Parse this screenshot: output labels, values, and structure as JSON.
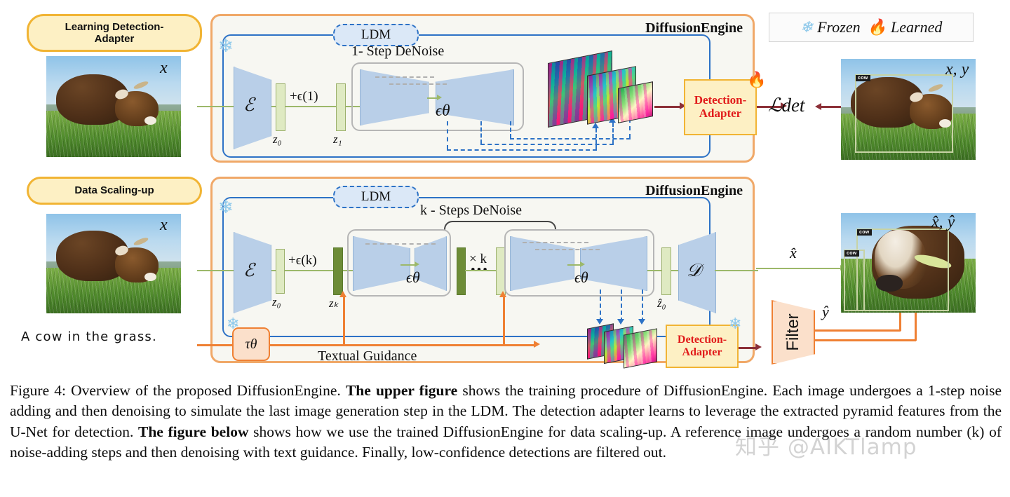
{
  "figure": {
    "panels": [
      {
        "pill_label": "Learning Detection-\nAdapter",
        "engine_title": "DiffusionEngine",
        "ldm_label": "LDM",
        "denoise_title": "1- Step DeNoise"
      },
      {
        "pill_label": "Data Scaling-up",
        "engine_title": "DiffusionEngine",
        "ldm_label": "LDM",
        "denoise_title": "k - Steps DeNoise"
      }
    ],
    "legend": {
      "frozen_label": "Frozen",
      "learned_label": "Learned",
      "frozen_icon": "snowflake-icon",
      "learned_icon": "flame-icon"
    },
    "upper": {
      "input_var": "x",
      "encoder_sym": "ℰ",
      "z0_label": "z₀",
      "noise_label": "+ϵ(1)",
      "z1_label": "z₁",
      "unet_sym": "ϵθ",
      "adapter_label": "Detection-\nAdapter",
      "loss_label": "ℒdet",
      "output_var": "x, y",
      "bbox_tag": "cow"
    },
    "lower": {
      "input_var": "x",
      "prompt": "A cow in the grass.",
      "encoder_sym": "ℰ",
      "z0_label": "z₀",
      "noise_label": "+ϵ(k)",
      "zk_label": "zₖ",
      "repeat_label": "× k",
      "ellipsis": "•••",
      "unet_sym": "ϵθ",
      "z0hat_label": "ẑ₀",
      "decoder_sym": "𝒟",
      "guidance_label": "Textual Guidance",
      "tau_label": "τθ",
      "adapter_label": "Detection-\nAdapter",
      "filter_label": "Filter",
      "xhat_label": "x̂",
      "yhat_label": "ŷ",
      "output_var": "x̂, ŷ",
      "bbox_tag": "cow"
    },
    "caption": {
      "p1": "Figure 4: Overview of the proposed DiffusionEngine. ",
      "b1": "The upper figure",
      "p2": " shows the training procedure of DiffusionEngine. Each image undergoes a 1-step noise adding and then denoising to simulate the last image generation step in the LDM. The detection adapter learns to leverage the extracted pyramid features from the U-Net for detection. ",
      "b2": "The figure below",
      "p3": " shows how we use the trained DiffusionEngine for data scaling-up. A reference image undergoes a random number (k) of noise-adding steps and then denoising with text guidance. Finally, low-confidence detections are filtered out."
    },
    "watermark": "知乎 @AIKTlamp",
    "colors": {
      "engine_border": "#f0a868",
      "ldm_border": "#2d72c6",
      "pill_border": "#f1b434",
      "pill_fill": "#fdf0c4",
      "adapter_text": "#e11b1b",
      "flow_green": "#9cb86a",
      "loss_red": "#8c3038",
      "guidance_orange": "#ef8033",
      "unet_blue": "#b9cfe8"
    }
  }
}
